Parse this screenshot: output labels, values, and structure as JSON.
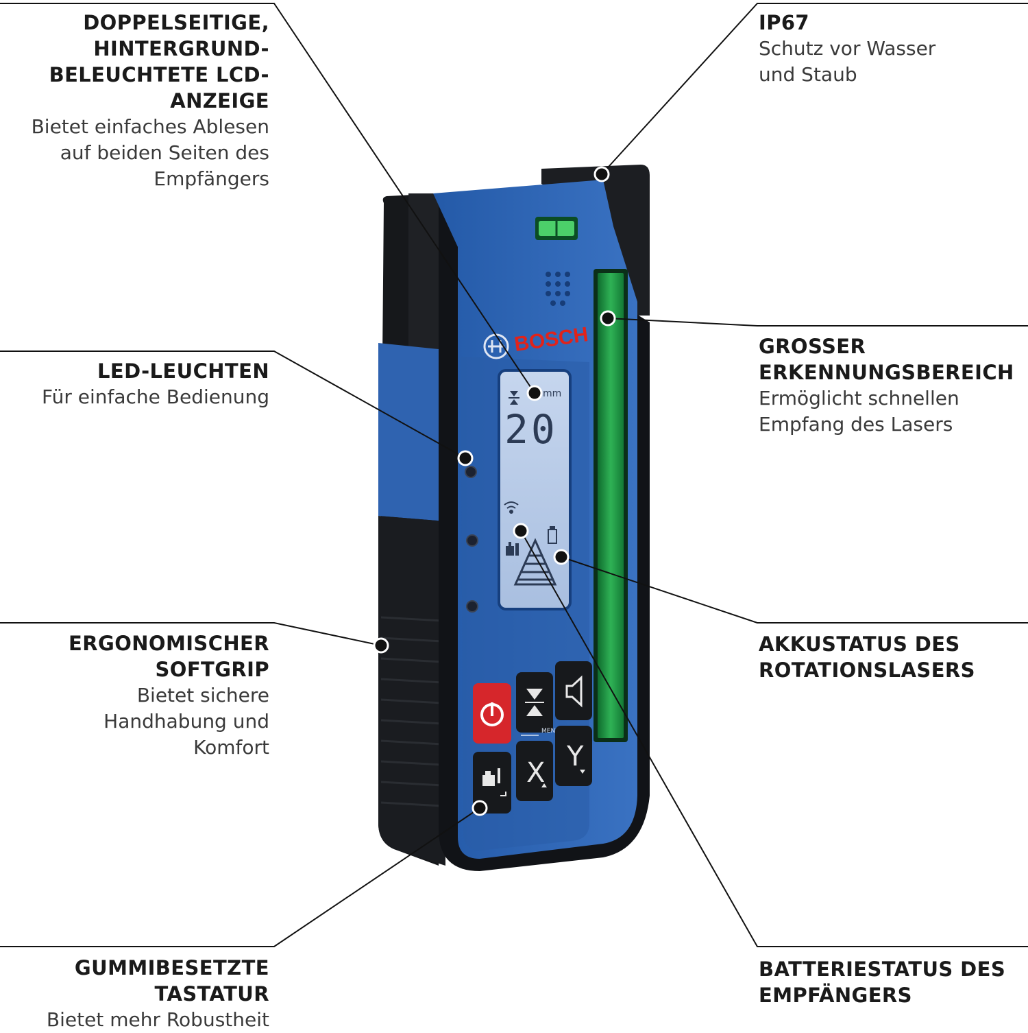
{
  "callouts": {
    "lcd": {
      "title": [
        "DOPPELSEITIGE,",
        "HINTERGRUND-",
        "BELEUCHTETE LCD-",
        "ANZEIGE"
      ],
      "desc": [
        "Bietet einfaches Ablesen",
        "auf beiden Seiten des",
        "Empfängers"
      ]
    },
    "led": {
      "title": [
        "LED-LEUCHTEN"
      ],
      "desc": [
        "Für einfache Bedienung"
      ]
    },
    "grip": {
      "title": [
        "ERGONOMISCHER",
        "SOFTGRIP"
      ],
      "desc": [
        "Bietet sichere",
        "Handhabung und",
        "Komfort"
      ]
    },
    "keypad": {
      "title": [
        "GUMMIBESETZTE",
        "TASTATUR"
      ],
      "desc": [
        "Bietet mehr Robustheit"
      ]
    },
    "ip67": {
      "title": [
        "IP67"
      ],
      "desc": [
        "Schutz vor Wasser",
        "und Staub"
      ]
    },
    "detection": {
      "title": [
        "GROSSER",
        "ERKENNUNGSBEREICH"
      ],
      "desc": [
        "Ermöglicht schnellen",
        "Empfang des Lasers"
      ]
    },
    "laser_battery": {
      "title": [
        "AKKUSTATUS DES",
        "ROTATIONSLASERS"
      ],
      "desc": []
    },
    "receiver_battery": {
      "title": [
        "BATTERIESTATUS DES",
        "EMPFÄNGERS"
      ],
      "desc": []
    }
  },
  "device": {
    "brand": "BOSCH",
    "lcd_value": "20",
    "lcd_unit": "mm",
    "menu_label": "MENU",
    "x_key": "X",
    "y_key": "Y",
    "colors": {
      "housing_blue": "#2e62b0",
      "rubber": "#1c1e22",
      "lcd": "#b9cbe6",
      "sensor": "#1f9a45",
      "power_red": "#d6262b",
      "brand_red": "#e1231a"
    }
  }
}
